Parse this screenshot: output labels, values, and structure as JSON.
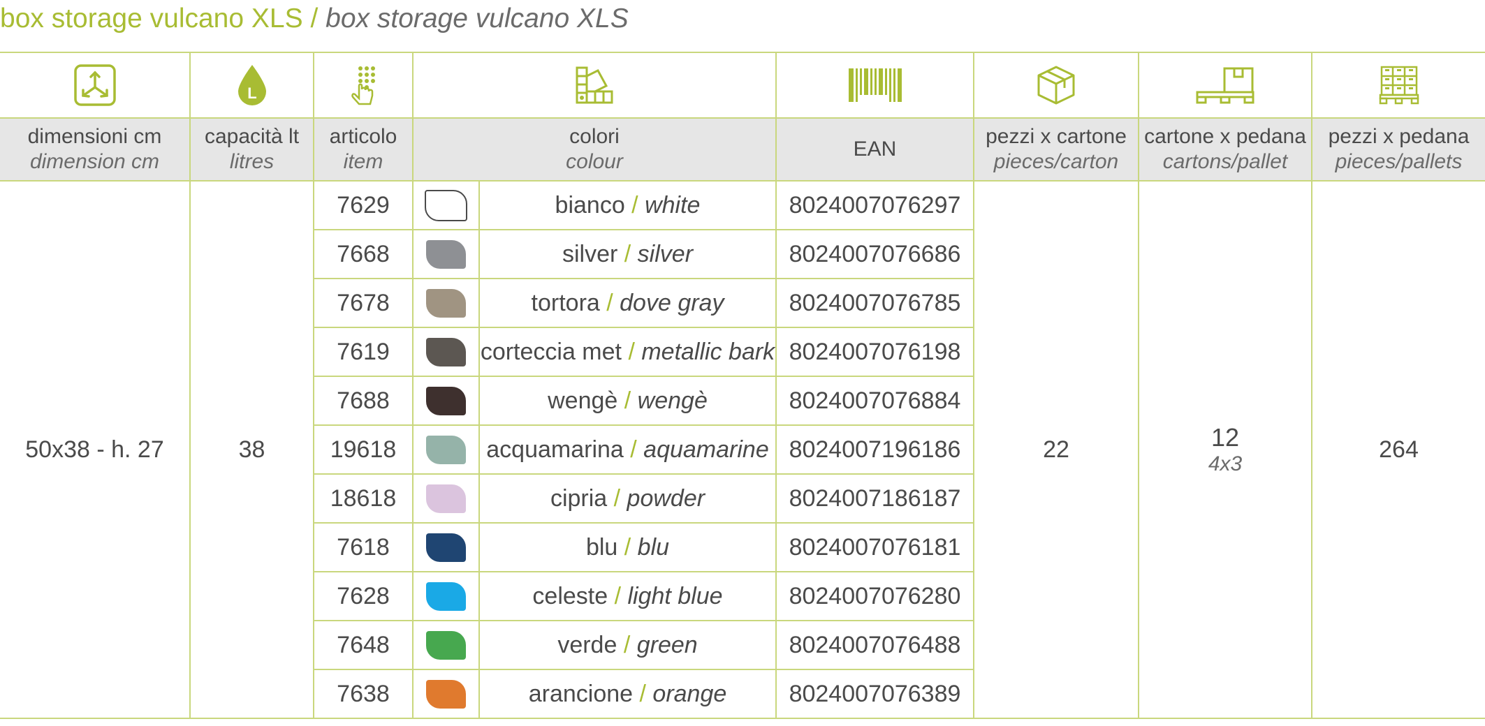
{
  "title": {
    "main": "box storage vulcano XLS",
    "separator": "/",
    "translation": "box storage vulcano XLS"
  },
  "icons": [
    "dimensions-icon",
    "capacity-drop-icon",
    "item-code-icon",
    "colour-swatches-icon",
    "barcode-icon",
    "carton-box-icon",
    "carton-pallet-icon",
    "pallet-icon"
  ],
  "accent_color": "#a8bc33",
  "headers": {
    "dimensions": {
      "it": "dimensioni cm",
      "en": "dimension cm"
    },
    "capacity": {
      "it": "capacità lt",
      "en": "litres"
    },
    "item": {
      "it": "articolo",
      "en": "item"
    },
    "colour": {
      "it": "colori",
      "en": "colour"
    },
    "ean": {
      "it": "EAN"
    },
    "pieces_carton": {
      "it": "pezzi x cartone",
      "en": "pieces/carton"
    },
    "cartons_pallet": {
      "it": "cartone x pedana",
      "en": "cartons/pallet"
    },
    "pieces_pallet": {
      "it": "pezzi x pedana",
      "en": "pieces/pallets"
    }
  },
  "shared": {
    "dimensions": "50x38 - h. 27",
    "capacity": "38",
    "pieces_carton": "22",
    "cartons_pallet": "12",
    "cartons_pallet_layout": "4x3",
    "pieces_pallet": "264"
  },
  "rows": [
    {
      "item": "7629",
      "color_it": "bianco",
      "color_en": "white",
      "swatch": "#ffffff",
      "ean": "8024007076297"
    },
    {
      "item": "7668",
      "color_it": "silver",
      "color_en": "silver",
      "swatch": "#8e9094",
      "ean": "8024007076686"
    },
    {
      "item": "7678",
      "color_it": "tortora",
      "color_en": "dove gray",
      "swatch": "#a09482",
      "ean": "8024007076785"
    },
    {
      "item": "7619",
      "color_it": "corteccia met",
      "color_en": "metallic bark",
      "swatch": "#5c5752",
      "ean": "8024007076198"
    },
    {
      "item": "7688",
      "color_it": "wengè",
      "color_en": "wengè",
      "swatch": "#3e302e",
      "ean": "8024007076884"
    },
    {
      "item": "19618",
      "color_it": "acquamarina",
      "color_en": "aquamarine",
      "swatch": "#95b3a9",
      "ean": "8024007196186"
    },
    {
      "item": "18618",
      "color_it": "cipria",
      "color_en": "powder",
      "swatch": "#dbc4de",
      "ean": "8024007186187"
    },
    {
      "item": "7618",
      "color_it": "blu",
      "color_en": "blu",
      "swatch": "#1f4572",
      "ean": "8024007076181"
    },
    {
      "item": "7628",
      "color_it": "celeste",
      "color_en": "light blue",
      "swatch": "#1aa9e6",
      "ean": "8024007076280"
    },
    {
      "item": "7648",
      "color_it": "verde",
      "color_en": "green",
      "swatch": "#47a84f",
      "ean": "8024007076488"
    },
    {
      "item": "7638",
      "color_it": "arancione",
      "color_en": "orange",
      "swatch": "#e07a2e",
      "ean": "8024007076389"
    }
  ]
}
